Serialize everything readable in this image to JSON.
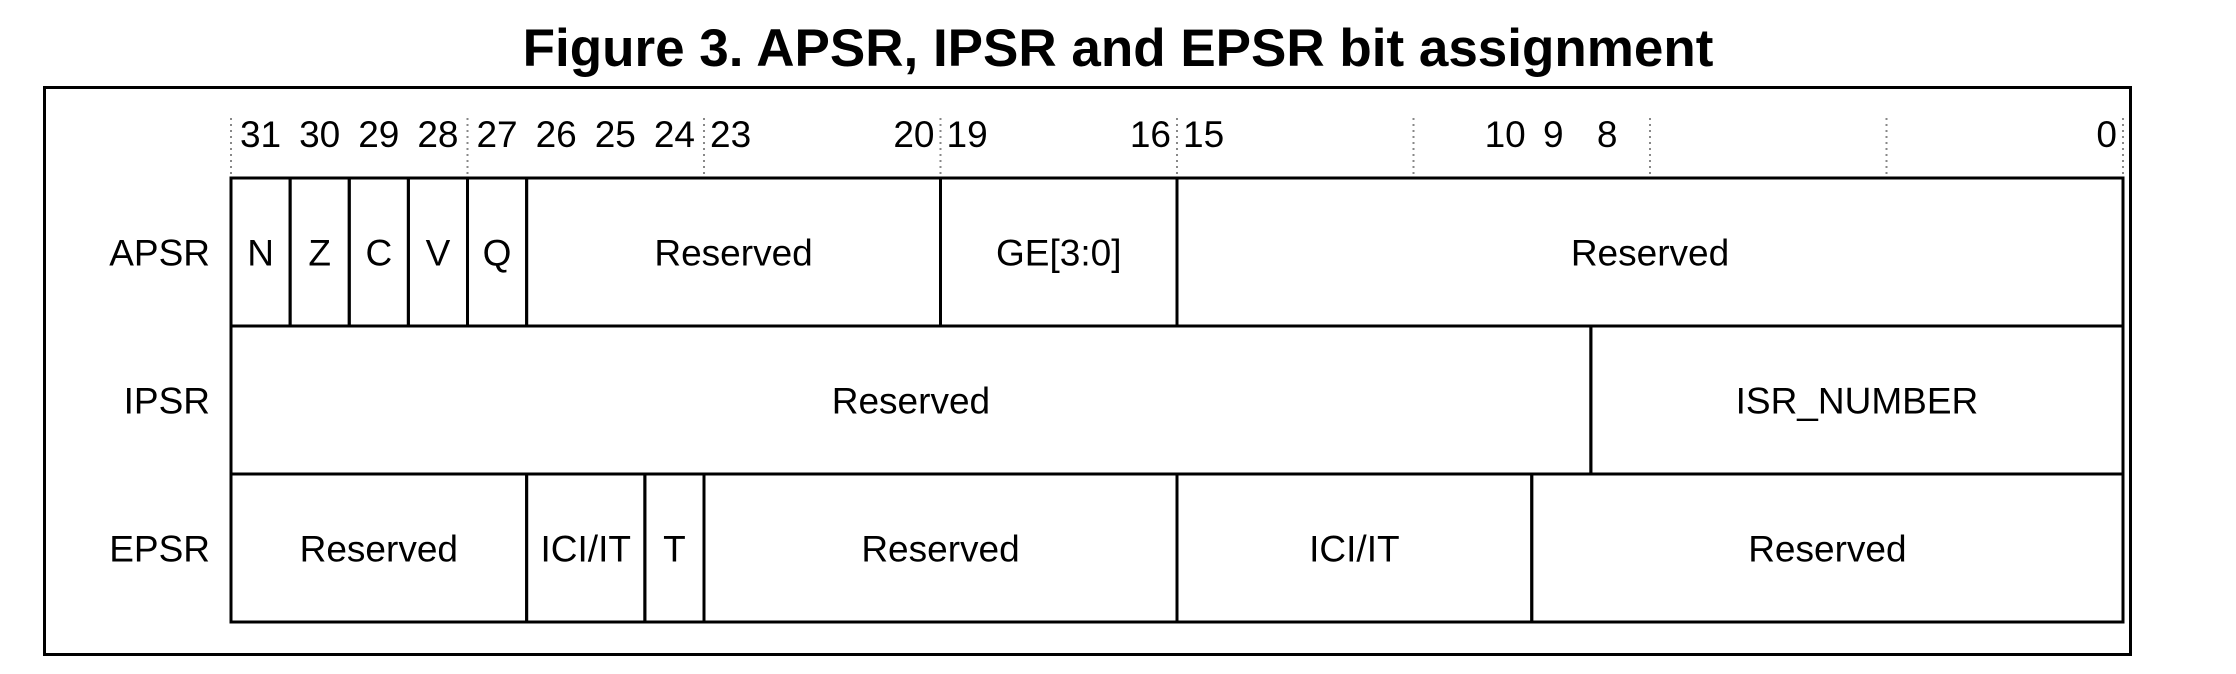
{
  "figure": {
    "title": "Figure 3. APSR, IPSR and EPSR bit assignment"
  },
  "bit_numbers": [
    "31",
    "30",
    "29",
    "28",
    "27",
    "26",
    "25",
    "24",
    "23",
    "20",
    "19",
    "16",
    "15",
    "10",
    "9",
    "8",
    "0"
  ],
  "registers": [
    {
      "name": "APSR",
      "fields": [
        {
          "label": "N",
          "hi": 31,
          "lo": 31
        },
        {
          "label": "Z",
          "hi": 30,
          "lo": 30
        },
        {
          "label": "C",
          "hi": 29,
          "lo": 29
        },
        {
          "label": "V",
          "hi": 28,
          "lo": 28
        },
        {
          "label": "Q",
          "hi": 27,
          "lo": 27
        },
        {
          "label": "Reserved",
          "hi": 26,
          "lo": 20
        },
        {
          "label": "GE[3:0]",
          "hi": 19,
          "lo": 16
        },
        {
          "label": "Reserved",
          "hi": 15,
          "lo": 0
        }
      ]
    },
    {
      "name": "IPSR",
      "fields": [
        {
          "label": "Reserved",
          "hi": 31,
          "lo": 9
        },
        {
          "label": "ISR_NUMBER",
          "hi": 8,
          "lo": 0
        }
      ]
    },
    {
      "name": "EPSR",
      "fields": [
        {
          "label": "Reserved",
          "hi": 31,
          "lo": 27
        },
        {
          "label": "ICI/IT",
          "hi": 26,
          "lo": 25
        },
        {
          "label": "T",
          "hi": 24,
          "lo": 24
        },
        {
          "label": "Reserved",
          "hi": 23,
          "lo": 16
        },
        {
          "label": "ICI/IT",
          "hi": 15,
          "lo": 10
        },
        {
          "label": "Reserved",
          "hi": 9,
          "lo": 0
        }
      ]
    }
  ],
  "tick_guides": [
    31,
    27,
    23,
    19,
    15,
    11,
    7,
    3
  ],
  "colors": {
    "line": "#000000",
    "guide": "#888888",
    "background": "#ffffff"
  }
}
